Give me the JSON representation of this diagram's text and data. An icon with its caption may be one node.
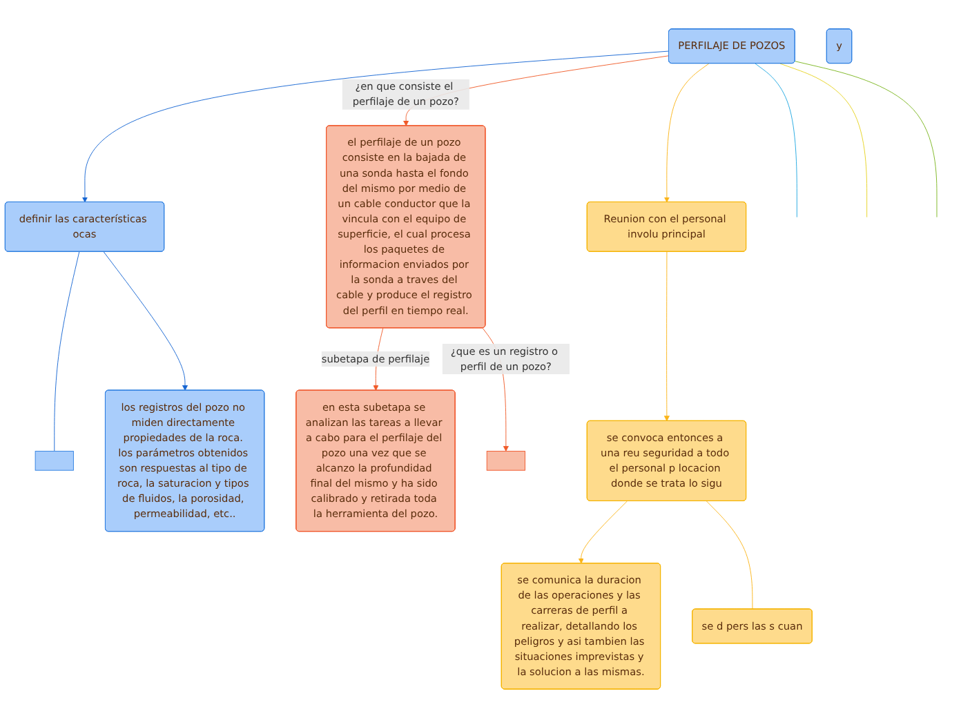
{
  "diagram": {
    "nodes": [
      {
        "text": [
          "PERFILAJE DE POZOS"
        ]
      },
      {
        "text": [
          "definir las características ocas"
        ]
      },
      {
        "text": [],
        "shape": "box"
      },
      {
        "text": [
          "y"
        ]
      },
      {
        "text": [
          "los registros del pozo no miden directamente propiedades de la roca. los parámetros obtenidos son respuestas al tipo de roca, la saturacion y tipos de fluidos, la porosidad, permeabilidad, etc.."
        ]
      },
      {
        "text": [
          "el perfilaje de un pozo consiste en la bajada de una sonda hasta el fondo del mismo por medio de un cable conductor que la vincula con el equipo de superficie, el cual procesa los paquetes de informacion enviados por la sonda a traves del cable y produce el registro del perfil en tiempo real."
        ]
      },
      {
        "text": [
          "en esta subetapa se analizan las tareas a llevar a cabo para el perfilaje del pozo una vez que se alcanzo la profundidad final del mismo y ha sido calibrado y retirada toda la herramienta del pozo."
        ]
      },
      {
        "text": [
          "Reunion con el personal involu principal"
        ]
      },
      {
        "text": [
          "se convoca entonces a una reu seguridad a todo el personal p locacion donde se trata lo sigu"
        ]
      },
      {
        "text": [
          "se comunica la duracion de las operaciones y las carreras de perfil a realizar, detallando los peligros y asi tambien las situaciones imprevistas y la solucion a las mismas."
        ]
      },
      {
        "text": [
          "se d pers las s cuan"
        ]
      },
      {
        "text": [],
        "shape": "box"
      }
    ],
    "edges": [
      {
        "from": 0,
        "to": 1,
        "arrow": "to",
        "color": "#1464d2"
      },
      {
        "from": 1,
        "to": 2,
        "arrow": "none",
        "color": "#1464d2"
      },
      {
        "from": 1,
        "to": 4,
        "arrow": "to",
        "color": "#1464d2"
      },
      {
        "from": 0,
        "to": 5,
        "arrow": "to",
        "label": "¿en que consiste el perfilaje de un pozo?",
        "color": "#f05a28"
      },
      {
        "from": 5,
        "to": 6,
        "arrow": "to",
        "label": "subetapa de perfilaje",
        "color": "#f05a28"
      },
      {
        "from": 5,
        "to": 11,
        "arrow": "to",
        "label": "¿que es un registro o perfil de un pozo?",
        "color": "#f05a28"
      },
      {
        "from": 0,
        "to": 7,
        "arrow": "to",
        "color": "#fbb417"
      },
      {
        "from": 7,
        "to": 8,
        "arrow": "to",
        "color": "#fbb417"
      },
      {
        "from": 8,
        "to": 9,
        "arrow": "to",
        "color": "#fbb417"
      },
      {
        "from": 8,
        "to": 10,
        "arrow": "none",
        "color": "#fbb417"
      },
      {
        "from": 0,
        "to": null,
        "arrow": "none",
        "color": "#1ea7e1"
      },
      {
        "from": 0,
        "to": null,
        "arrow": "none",
        "color": "#e6d21e"
      },
      {
        "from": 0,
        "to": null,
        "arrow": "none",
        "color": "#7ab51d"
      }
    ]
  }
}
